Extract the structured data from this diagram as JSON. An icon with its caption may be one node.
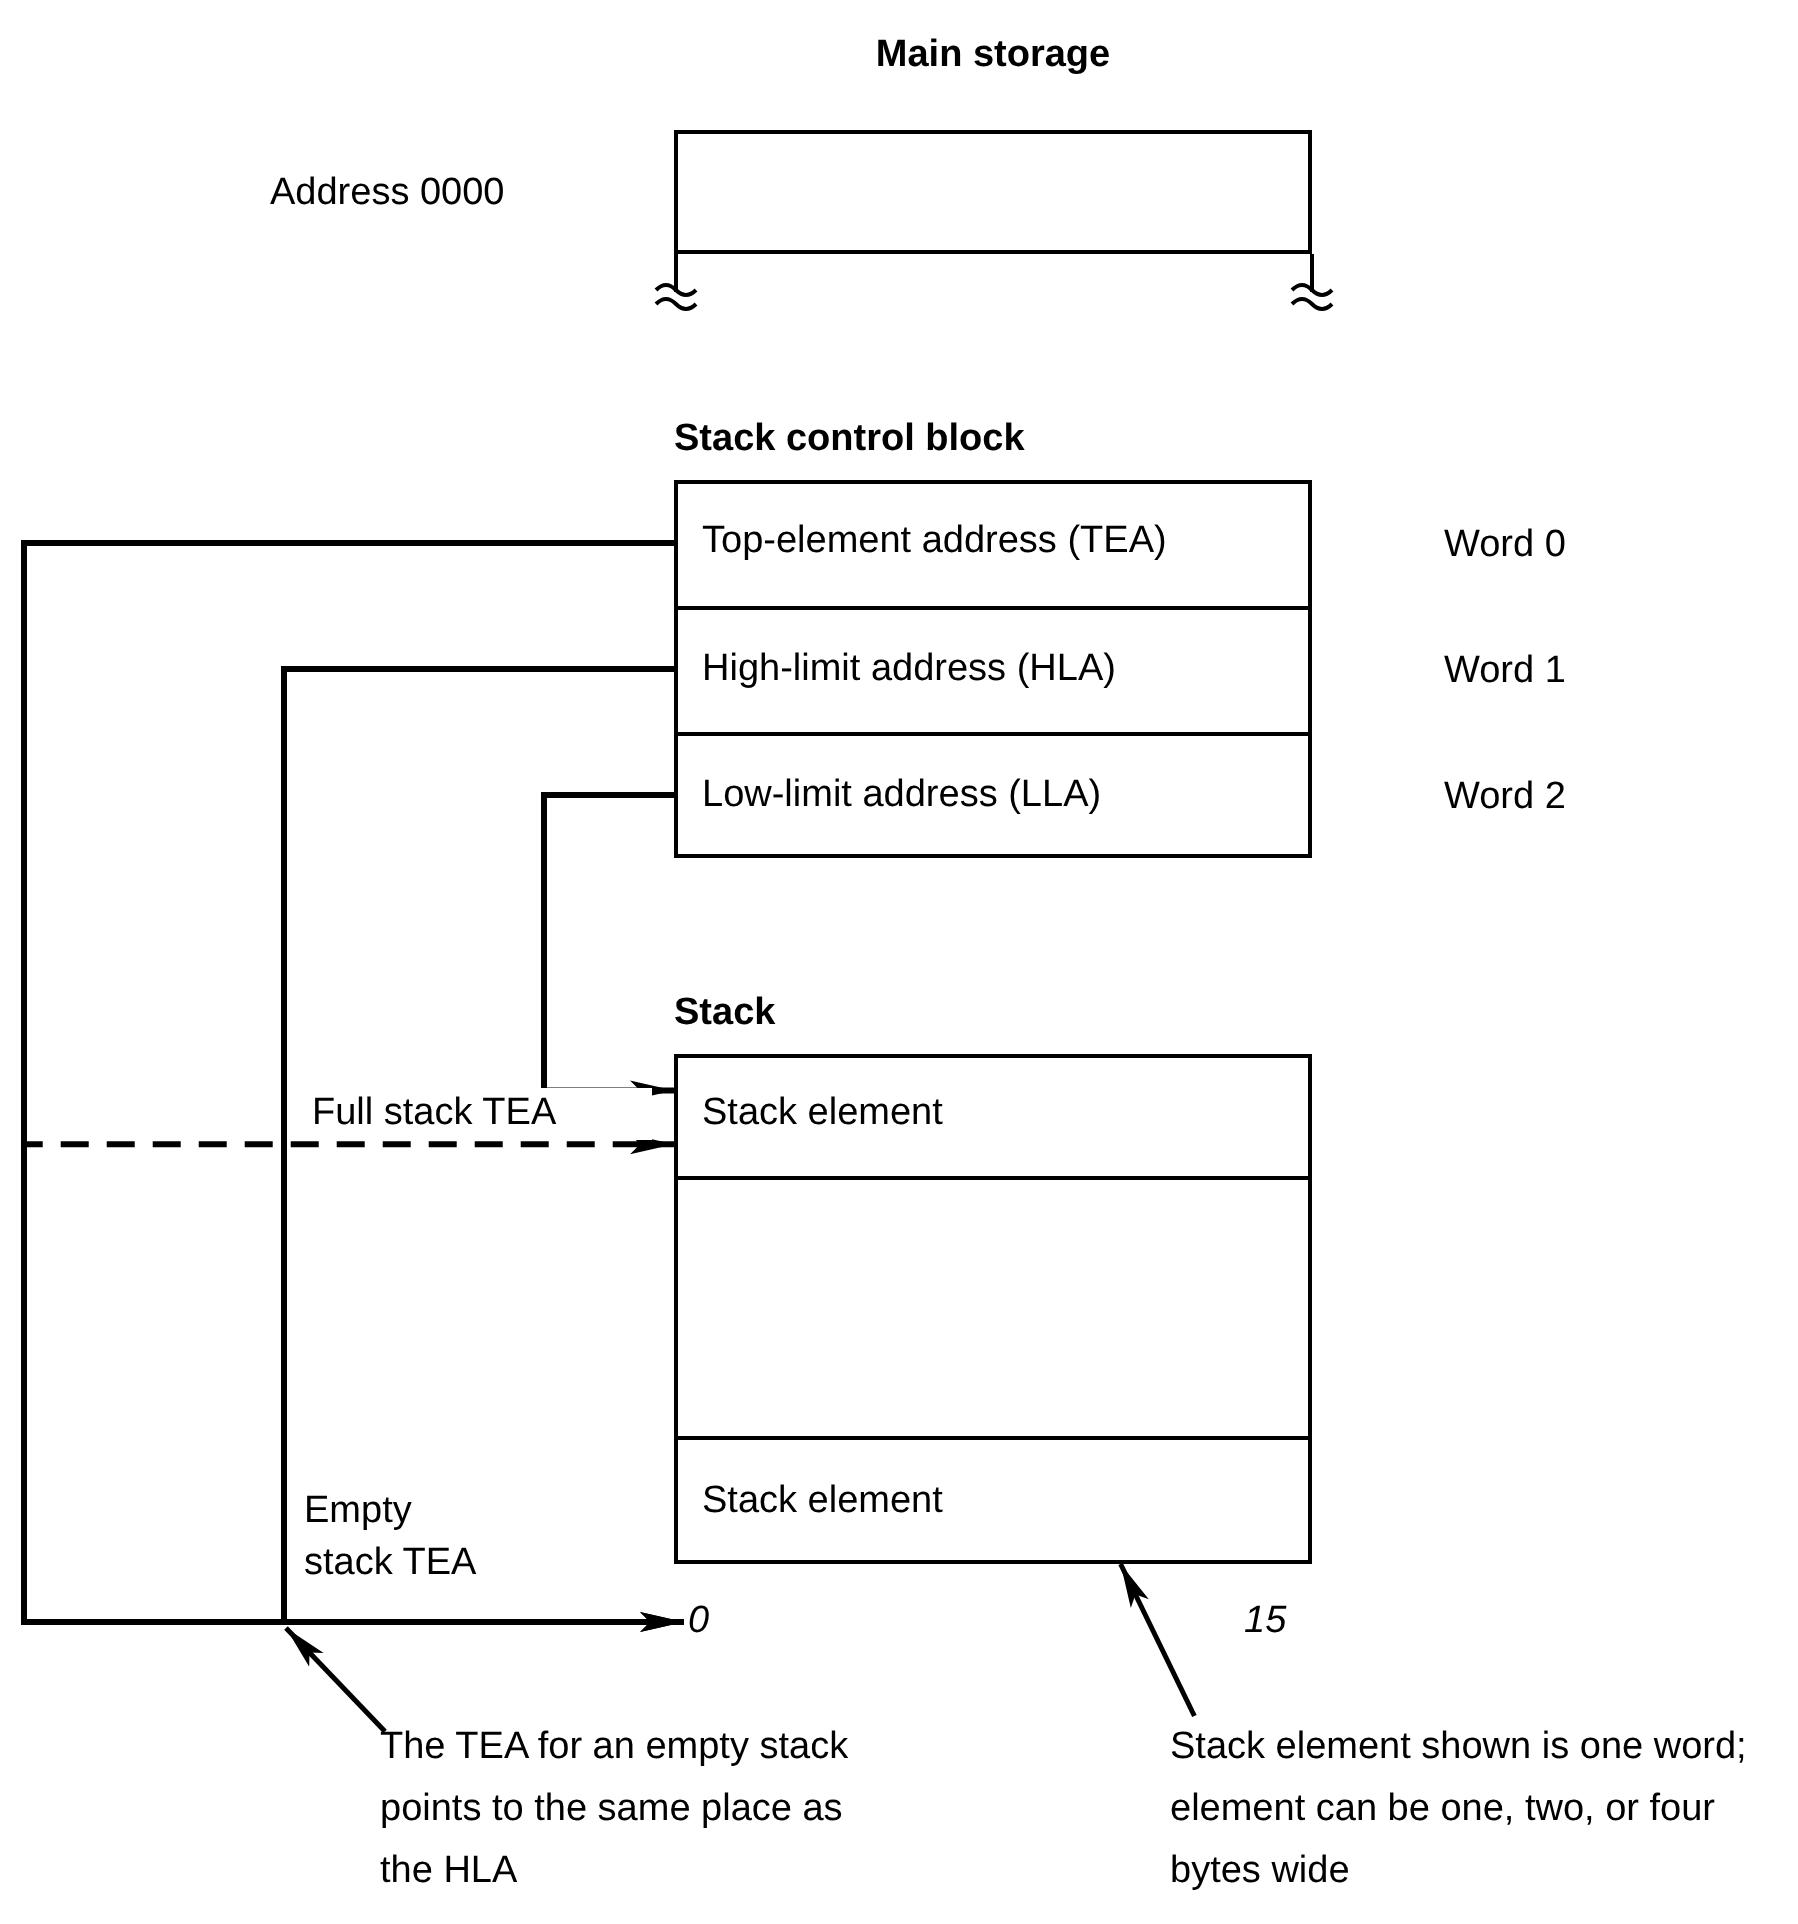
{
  "diagram": {
    "nodes": [
      {
        "text": [
          "Main storage"
        ]
      },
      {
        "text": [
          "Stack control block"
        ]
      },
      {
        "text": [
          "Top-element address (TEA)"
        ],
        "in": 1
      },
      {
        "text": [
          "High-limit address (HLA)"
        ],
        "in": 1
      },
      {
        "text": [
          "Low-limit address (LLA)"
        ],
        "in": 1
      },
      {
        "text": [
          "Stack"
        ]
      },
      {
        "text": [
          "Stack element"
        ],
        "in": 5
      },
      {
        "text": [],
        "shape": "box",
        "in": 5
      },
      {
        "text": [
          "Stack element"
        ],
        "in": 5
      },
      {
        "text": [
          "0"
        ]
      },
      {
        "text": [
          "The TEA for an empty stack points to the same place as the HLA"
        ]
      },
      {
        "text": [
          "Stack element shown is one word; element can be one, two, or four bytes wide"
        ]
      }
    ],
    "edges": [
      {
        "from": 2,
        "to": 6,
        "arrow": "to",
        "style": "dashed",
        "label": "Full stack TEA"
      },
      {
        "from": 2,
        "to": 9,
        "arrow": "to",
        "label": "Empty stack TEA"
      },
      {
        "from": 3,
        "to": 9,
        "arrow": "to"
      },
      {
        "from": 4,
        "to": 6,
        "arrow": "to"
      },
      {
        "from": 10,
        "to": null,
        "arrow": "to"
      },
      {
        "from": 11,
        "to": 8,
        "arrow": "to"
      }
    ],
    "labels": [
      "Address 0000",
      "Word 0",
      "Word 1",
      "Word 2",
      "15"
    ]
  }
}
